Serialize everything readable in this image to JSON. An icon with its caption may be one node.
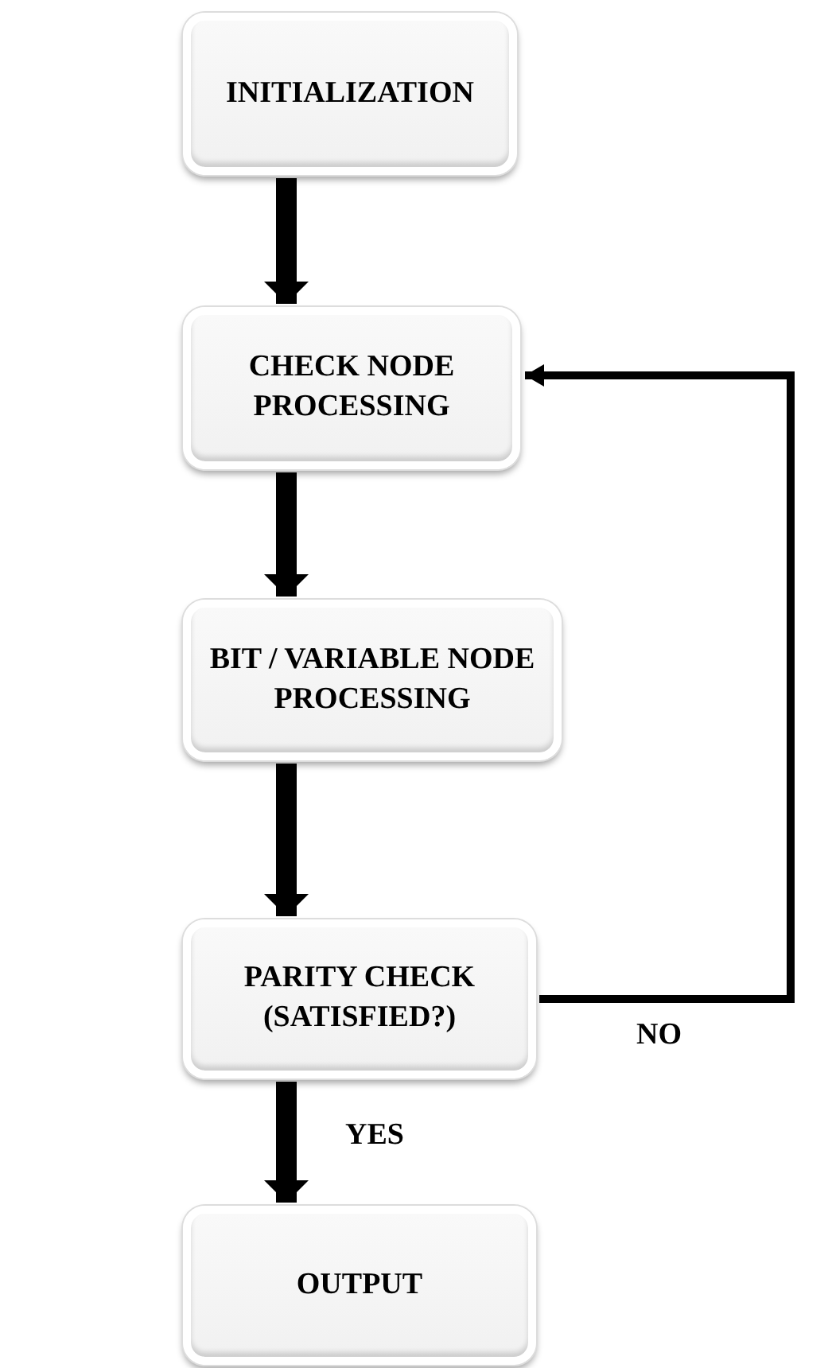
{
  "diagram": {
    "nodes": [
      {
        "text": [
          "INITIALIZATION"
        ]
      },
      {
        "text": [
          "CHECK NODE PROCESSING"
        ]
      },
      {
        "text": [
          "BIT / VARIABLE NODE PROCESSING"
        ]
      },
      {
        "text": [
          "PARITY CHECK (SATISFIED?)"
        ]
      },
      {
        "text": [
          "OUTPUT"
        ]
      }
    ],
    "edges": [
      {
        "from": 0,
        "to": 1,
        "arrow": "to"
      },
      {
        "from": 1,
        "to": 2,
        "arrow": "to"
      },
      {
        "from": 2,
        "to": 3,
        "arrow": "to"
      },
      {
        "from": 3,
        "to": 4,
        "arrow": "to",
        "label": "YES"
      },
      {
        "from": 3,
        "to": 1,
        "arrow": "to",
        "label": "NO"
      }
    ]
  }
}
